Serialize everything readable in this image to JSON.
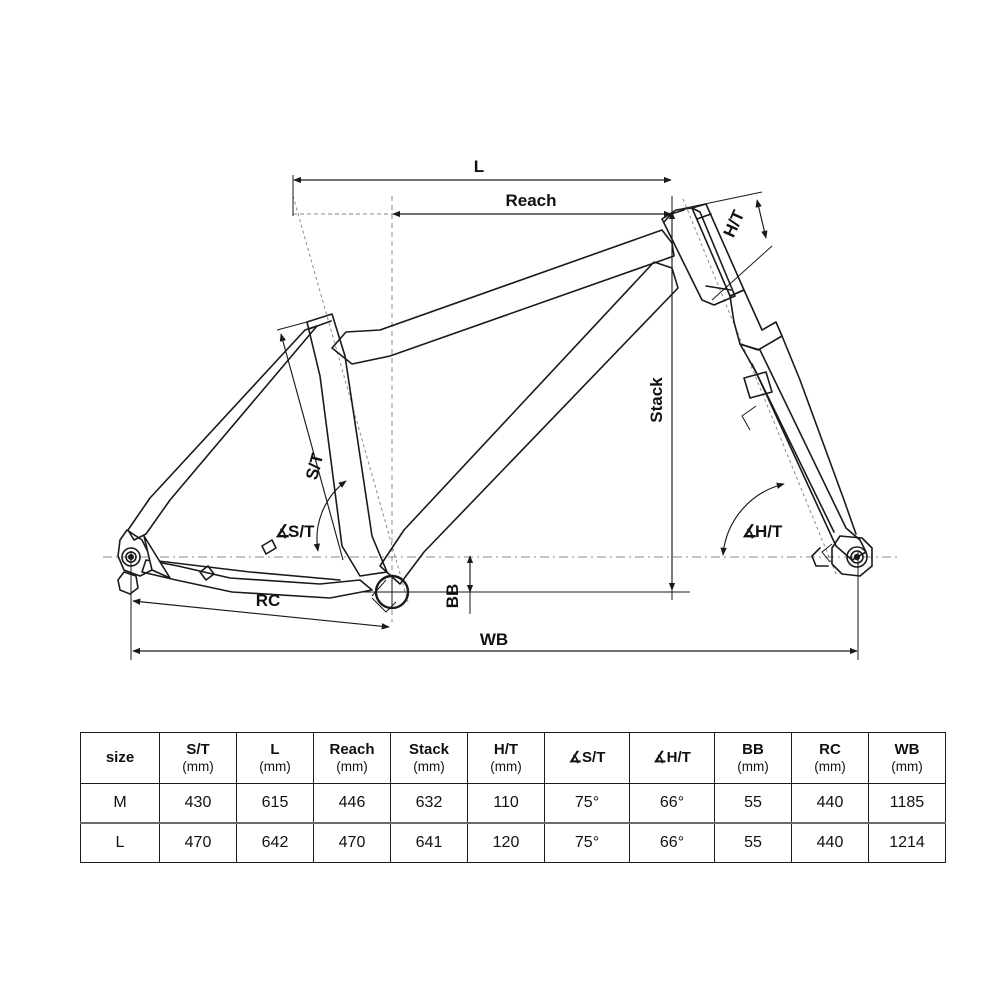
{
  "diagram": {
    "name": "bicycle-frame-geometry-diagram",
    "dimension_labels": {
      "l": "L",
      "reach": "Reach",
      "ht": "H/T",
      "st": "S/T",
      "stack": "Stack",
      "bb": "BB",
      "rc": "RC",
      "wb": "WB",
      "angle_st": "S/T",
      "angle_ht": "H/T",
      "angle_symbol": "∡"
    },
    "colors": {
      "line": "#1a1a1a",
      "dimension": "#1a1a1a",
      "construction": "#8a8a8a",
      "background": "#ffffff"
    }
  },
  "table": {
    "name": "frame-geometry-table",
    "columns": [
      {
        "key": "size",
        "label": "size",
        "unit": ""
      },
      {
        "key": "st",
        "label": "S/T",
        "unit": "(mm)"
      },
      {
        "key": "l",
        "label": "L",
        "unit": "(mm)"
      },
      {
        "key": "reach",
        "label": "Reach",
        "unit": "(mm)"
      },
      {
        "key": "stack",
        "label": "Stack",
        "unit": "(mm)"
      },
      {
        "key": "ht",
        "label": "H/T",
        "unit": "(mm)"
      },
      {
        "key": "angle_st",
        "label": "∡S/T",
        "unit": ""
      },
      {
        "key": "angle_ht",
        "label": "∡H/T",
        "unit": ""
      },
      {
        "key": "bb",
        "label": "BB",
        "unit": "(mm)"
      },
      {
        "key": "rc",
        "label": "RC",
        "unit": "(mm)"
      },
      {
        "key": "wb",
        "label": "WB",
        "unit": "(mm)"
      }
    ],
    "rows": [
      {
        "size": "M",
        "st": "430",
        "l": "615",
        "reach": "446",
        "stack": "632",
        "ht": "110",
        "angle_st": "75°",
        "angle_ht": "66°",
        "bb": "55",
        "rc": "440",
        "wb": "1185"
      },
      {
        "size": "L",
        "st": "470",
        "l": "642",
        "reach": "470",
        "stack": "641",
        "ht": "120",
        "angle_st": "75°",
        "angle_ht": "66°",
        "bb": "55",
        "rc": "440",
        "wb": "1214"
      }
    ]
  }
}
